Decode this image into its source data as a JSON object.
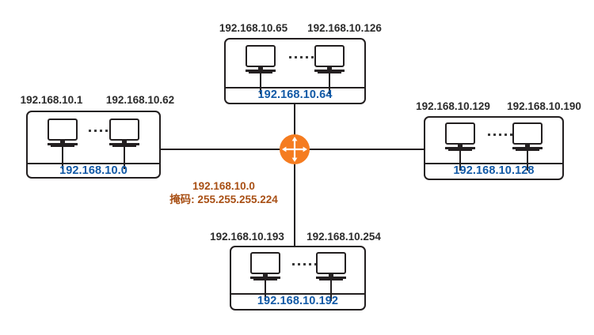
{
  "diagram": {
    "title": "IP subnetting diagram",
    "colors": {
      "subnet_label": "#1159a6",
      "host_label": "#2b2b2b",
      "router": "#f57c20",
      "annotation": "#a84f14",
      "line": "#231f20"
    },
    "router": {
      "icon": "router-icon"
    },
    "annotation": {
      "network": "192.168.10.0",
      "mask": "掩码: 255.255.255.224"
    },
    "subnets": [
      {
        "id": "left",
        "network_label": "192.168.10.0",
        "first_host": "192.168.10.1",
        "last_host": "192.168.10.62",
        "ellipsis_dots": 5
      },
      {
        "id": "top",
        "network_label": "192.168.10.64",
        "first_host": "192.168.10.65",
        "last_host": "192.168.10.126",
        "ellipsis_dots": 5
      },
      {
        "id": "right",
        "network_label": "192.168.10.128",
        "first_host": "192.168.10.129",
        "last_host": "192.168.10.190",
        "ellipsis_dots": 5
      },
      {
        "id": "bottom",
        "network_label": "192.168.10.192",
        "first_host": "192.168.10.193",
        "last_host": "192.168.10.254",
        "ellipsis_dots": 5
      }
    ]
  }
}
